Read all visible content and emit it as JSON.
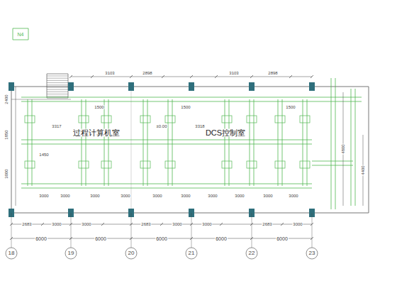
{
  "diagram": {
    "labels": [
      "N4",
      "3103",
      "2898",
      "3103",
      "2898",
      "1500",
      "1500",
      "1500",
      "3317",
      "3318",
      "2400",
      "1850",
      "3000",
      "过程计算机室",
      "DCS控制室",
      "±0.00",
      "1450",
      "3000",
      "3000",
      "3000",
      "3000",
      "3000",
      "3000",
      "3000",
      "3000",
      "3000",
      "3000",
      "2683",
      "3000",
      "3000",
      "2683",
      "3000",
      "3000",
      "2683",
      "3000",
      "6000",
      "6000",
      "6000",
      "6000",
      "6000",
      "18",
      "19",
      "20",
      "21",
      "22",
      "23",
      "4800",
      "4400"
    ]
  }
}
